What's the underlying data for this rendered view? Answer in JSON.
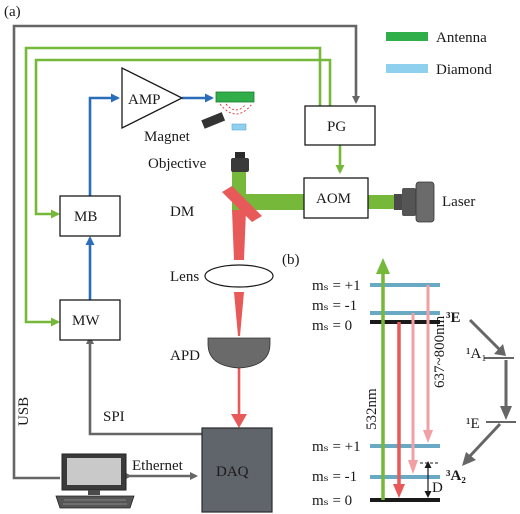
{
  "panel_labels": {
    "a": "(a)",
    "b": "(b)"
  },
  "legend": [
    {
      "label": "Antenna",
      "color": "#2fae4a"
    },
    {
      "label": "Diamond",
      "color": "#8fd0ef"
    }
  ],
  "components": {
    "amp": "AMP",
    "pg": "PG",
    "aom": "AOM",
    "mb": "MB",
    "mw": "MW",
    "daq": "DAQ",
    "magnet": "Magnet",
    "objective": "Objective",
    "dm": "DM",
    "laser": "Laser",
    "lens": "Lens",
    "apd": "APD"
  },
  "connections": {
    "usb": "USB",
    "spi": "SPI",
    "ethernet": "Ethernet"
  },
  "energy_levels": {
    "excited_state": "³E",
    "ground_state": "³A₂",
    "singlet_upper": "¹A₁",
    "singlet_lower": "¹E",
    "upper_ms_plus1": "mₛ = +1",
    "upper_ms_minus1": "mₛ = -1",
    "upper_ms_0": "mₛ = 0",
    "lower_ms_plus1": "mₛ = +1",
    "lower_ms_minus1": "mₛ = -1",
    "lower_ms_0": "mₛ = 0",
    "excitation_wavelength": "532nm",
    "emission_band": "637~800nm",
    "zero_field_splitting": "D"
  },
  "colors": {
    "grey_wire": "#666666",
    "green_laser": "#76b83a",
    "blue_microwave": "#2a6db8",
    "red_fluorescence": "#e8595a",
    "pink_fluorescence": "#f2a0a3",
    "level_blue": "#6aa9c4",
    "daq_fill": "#5f656b",
    "apd_fill": "#6a6a6a"
  }
}
